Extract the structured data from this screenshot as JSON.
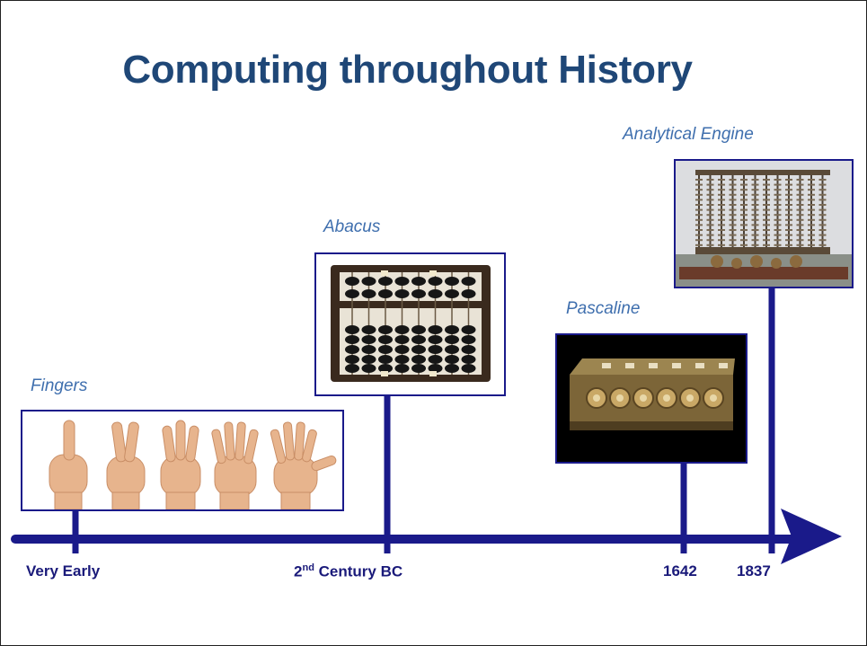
{
  "title": "Computing throughout History",
  "captions": {
    "fingers": "Fingers",
    "abacus": "Abacus",
    "pascaline": "Pascaline",
    "analytical_engine": "Analytical Engine"
  },
  "timeline": {
    "very_early": "Very Early",
    "century_num": "2",
    "century_sup": "nd",
    "century_rest": " Century BC",
    "year_1642": "1642",
    "year_1837": "1837"
  },
  "colors": {
    "title": "#1f4777",
    "caption": "#3f6fae",
    "timeline": "#1a1a8a"
  }
}
